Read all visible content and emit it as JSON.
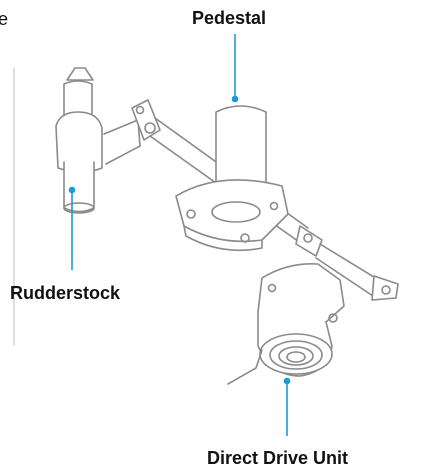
{
  "labels": {
    "cut_text": "e",
    "pedestal": "Pedestal",
    "rudderstock": "Rudderstock",
    "direct_drive_unit": "Direct Drive Unit"
  },
  "colors": {
    "leader_line": "#1a9bd7",
    "drawing_stroke": "#8a8a8a",
    "label_text": "#111111"
  }
}
